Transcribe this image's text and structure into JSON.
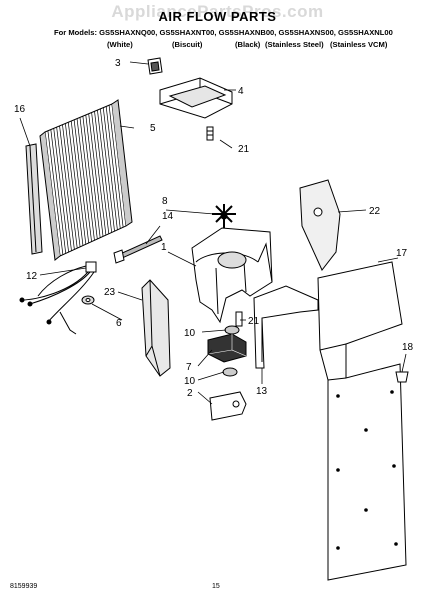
{
  "watermark": "AppliancePartsPros.com",
  "title": "AIR FLOW PARTS",
  "models_label": "For Models: GS5SHAXNQ00, GS5SHAXNT00, GS5SHAXNB00, GS5SHAXNS00, GS5SHAXNL00",
  "variants": [
    "(White)",
    "(Biscuit)",
    "(Black)",
    "(Stainless Steel)",
    "(Stainless VCM)"
  ],
  "callouts": {
    "c1": "1",
    "c2": "2",
    "c3": "3",
    "c4": "4",
    "c5": "5",
    "c6": "6",
    "c7": "7",
    "c8": "8",
    "c10a": "10",
    "c10b": "10",
    "c12": "12",
    "c13": "13",
    "c14": "14",
    "c16": "16",
    "c17": "17",
    "c18": "18",
    "c21a": "21",
    "c21b": "21",
    "c22": "22",
    "c23": "23"
  },
  "footer": {
    "doc_number": "8159939",
    "page_number": "15"
  }
}
